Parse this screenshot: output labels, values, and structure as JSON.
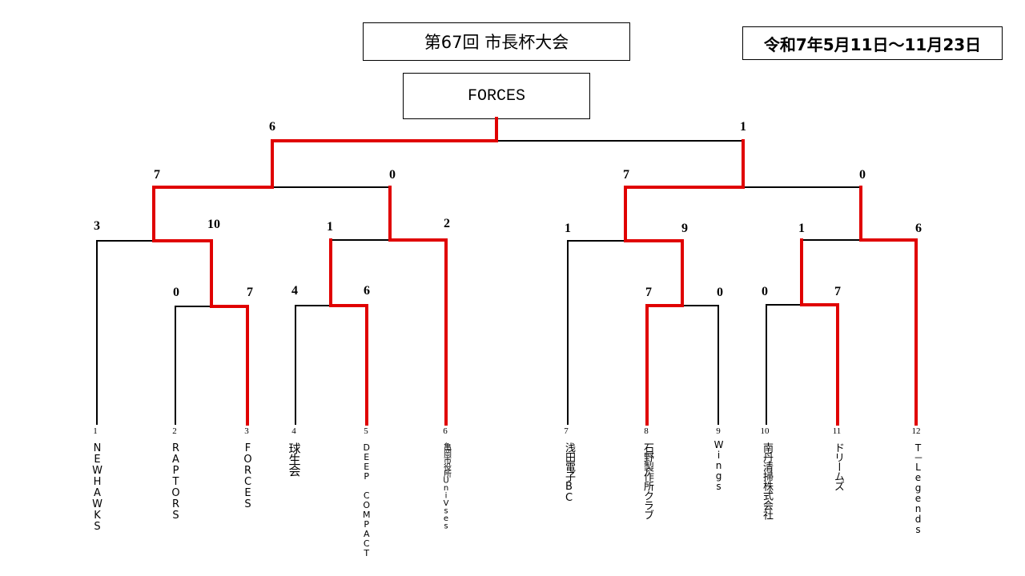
{
  "header": {
    "title": "第67回 市長杯大会",
    "date": "令和7年5月11日～11月23日",
    "champion": "FORCES"
  },
  "colors": {
    "winner_line": "#e00000",
    "line": "#000000"
  },
  "teams": [
    {
      "seed": "1",
      "name": "NEWHAWKS"
    },
    {
      "seed": "2",
      "name": "RAPTORS"
    },
    {
      "seed": "3",
      "name": "FORCES"
    },
    {
      "seed": "4",
      "name": "球生会"
    },
    {
      "seed": "5",
      "name": "DEEP COMPACT"
    },
    {
      "seed": "6",
      "name": "亀岡市役所UniVses"
    },
    {
      "seed": "7",
      "name": "浅田電子BC"
    },
    {
      "seed": "8",
      "name": "石野製作所クラブ"
    },
    {
      "seed": "9",
      "name": "Wings"
    },
    {
      "seed": "10",
      "name": "南丹清掃株式会社"
    },
    {
      "seed": "11",
      "name": "ドリームズ"
    },
    {
      "seed": "12",
      "name": "T－Legends"
    }
  ],
  "scores": {
    "r1_2v3": [
      "0",
      "7"
    ],
    "r1_4v5": [
      "4",
      "6"
    ],
    "r1_8v9": [
      "7",
      "0"
    ],
    "r1_10v11": [
      "0",
      "7"
    ],
    "r2_a": [
      "3",
      "10"
    ],
    "r2_b": [
      "1",
      "2"
    ],
    "r2_c": [
      "1",
      "9"
    ],
    "r2_d": [
      "1",
      "6"
    ],
    "semi_left": [
      "7",
      "0"
    ],
    "semi_right": [
      "7",
      "0"
    ],
    "final": [
      "6",
      "1"
    ]
  }
}
